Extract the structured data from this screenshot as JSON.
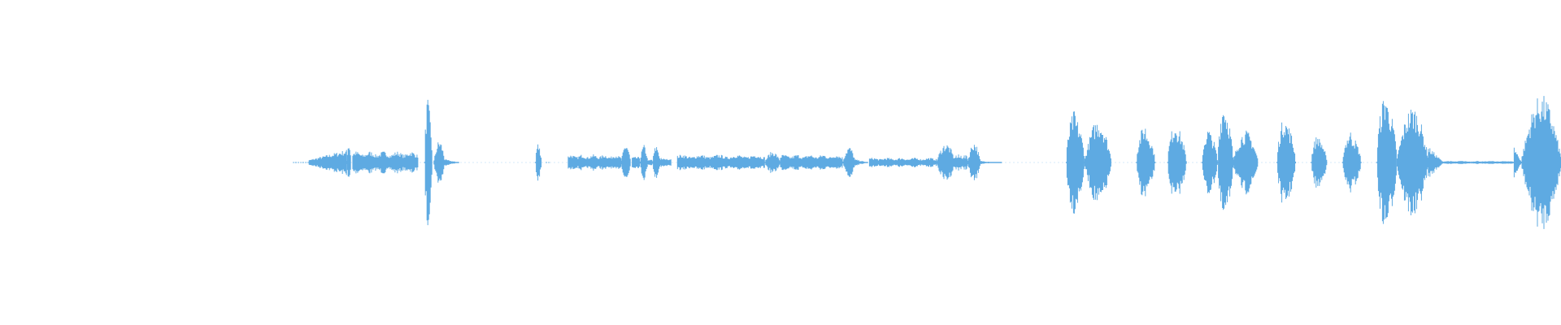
{
  "waveform": {
    "color": "#5eaae2",
    "background": "#ffffff",
    "duration_fraction_visible": 1.0,
    "segments": [
      {
        "start": 0.188,
        "end": 0.198,
        "amp": 0.01,
        "kind": "dotted"
      },
      {
        "start": 0.198,
        "end": 0.222,
        "amp": 0.08,
        "kind": "ramp-up"
      },
      {
        "start": 0.222,
        "end": 0.225,
        "amp": 0.13,
        "kind": "burst"
      },
      {
        "start": 0.226,
        "end": 0.268,
        "amp": 0.07,
        "kind": "steady"
      },
      {
        "start": 0.272,
        "end": 0.277,
        "amp": 0.42,
        "kind": "spike"
      },
      {
        "start": 0.278,
        "end": 0.285,
        "amp": 0.14,
        "kind": "burst"
      },
      {
        "start": 0.285,
        "end": 0.294,
        "amp": 0.02,
        "kind": "tail"
      },
      {
        "start": 0.343,
        "end": 0.347,
        "amp": 0.13,
        "kind": "spike"
      },
      {
        "start": 0.35,
        "end": 0.352,
        "amp": 0.01,
        "kind": "dot"
      },
      {
        "start": 0.364,
        "end": 0.398,
        "amp": 0.05,
        "kind": "steady"
      },
      {
        "start": 0.398,
        "end": 0.404,
        "amp": 0.12,
        "kind": "burst"
      },
      {
        "start": 0.405,
        "end": 0.41,
        "amp": 0.04,
        "kind": "steady"
      },
      {
        "start": 0.41,
        "end": 0.415,
        "amp": 0.11,
        "kind": "burst"
      },
      {
        "start": 0.415,
        "end": 0.418,
        "amp": 0.02,
        "kind": "steady"
      },
      {
        "start": 0.418,
        "end": 0.423,
        "amp": 0.11,
        "kind": "burst"
      },
      {
        "start": 0.423,
        "end": 0.43,
        "amp": 0.03,
        "kind": "steady"
      },
      {
        "start": 0.434,
        "end": 0.49,
        "amp": 0.05,
        "kind": "steady"
      },
      {
        "start": 0.49,
        "end": 0.5,
        "amp": 0.07,
        "kind": "burst"
      },
      {
        "start": 0.5,
        "end": 0.54,
        "amp": 0.05,
        "kind": "steady"
      },
      {
        "start": 0.54,
        "end": 0.548,
        "amp": 0.1,
        "kind": "burst"
      },
      {
        "start": 0.548,
        "end": 0.556,
        "amp": 0.02,
        "kind": "tail"
      },
      {
        "start": 0.557,
        "end": 0.6,
        "amp": 0.03,
        "kind": "steady"
      },
      {
        "start": 0.6,
        "end": 0.612,
        "amp": 0.12,
        "kind": "burst"
      },
      {
        "start": 0.612,
        "end": 0.62,
        "amp": 0.05,
        "kind": "steady"
      },
      {
        "start": 0.62,
        "end": 0.628,
        "amp": 0.13,
        "kind": "burst"
      },
      {
        "start": 0.628,
        "end": 0.642,
        "amp": 0.01,
        "kind": "tail"
      },
      {
        "start": 0.683,
        "end": 0.695,
        "amp": 0.33,
        "kind": "spike"
      },
      {
        "start": 0.695,
        "end": 0.712,
        "amp": 0.27,
        "kind": "burst"
      },
      {
        "start": 0.728,
        "end": 0.74,
        "amp": 0.24,
        "kind": "spike"
      },
      {
        "start": 0.748,
        "end": 0.76,
        "amp": 0.26,
        "kind": "spike"
      },
      {
        "start": 0.77,
        "end": 0.78,
        "amp": 0.22,
        "kind": "spike"
      },
      {
        "start": 0.78,
        "end": 0.79,
        "amp": 0.4,
        "kind": "spike"
      },
      {
        "start": 0.79,
        "end": 0.806,
        "amp": 0.2,
        "kind": "burst"
      },
      {
        "start": 0.818,
        "end": 0.83,
        "amp": 0.3,
        "kind": "spike"
      },
      {
        "start": 0.84,
        "end": 0.85,
        "amp": 0.18,
        "kind": "spike"
      },
      {
        "start": 0.86,
        "end": 0.872,
        "amp": 0.2,
        "kind": "spike"
      },
      {
        "start": 0.882,
        "end": 0.895,
        "amp": 0.45,
        "kind": "spike"
      },
      {
        "start": 0.895,
        "end": 0.915,
        "amp": 0.35,
        "kind": "burst"
      },
      {
        "start": 0.915,
        "end": 0.925,
        "amp": 0.1,
        "kind": "tail"
      },
      {
        "start": 0.925,
        "end": 0.97,
        "amp": 0.01,
        "kind": "steady"
      },
      {
        "start": 0.97,
        "end": 0.975,
        "amp": 0.1,
        "kind": "tail"
      },
      {
        "start": 0.975,
        "end": 1.0,
        "amp": 0.42,
        "kind": "burst"
      }
    ]
  }
}
